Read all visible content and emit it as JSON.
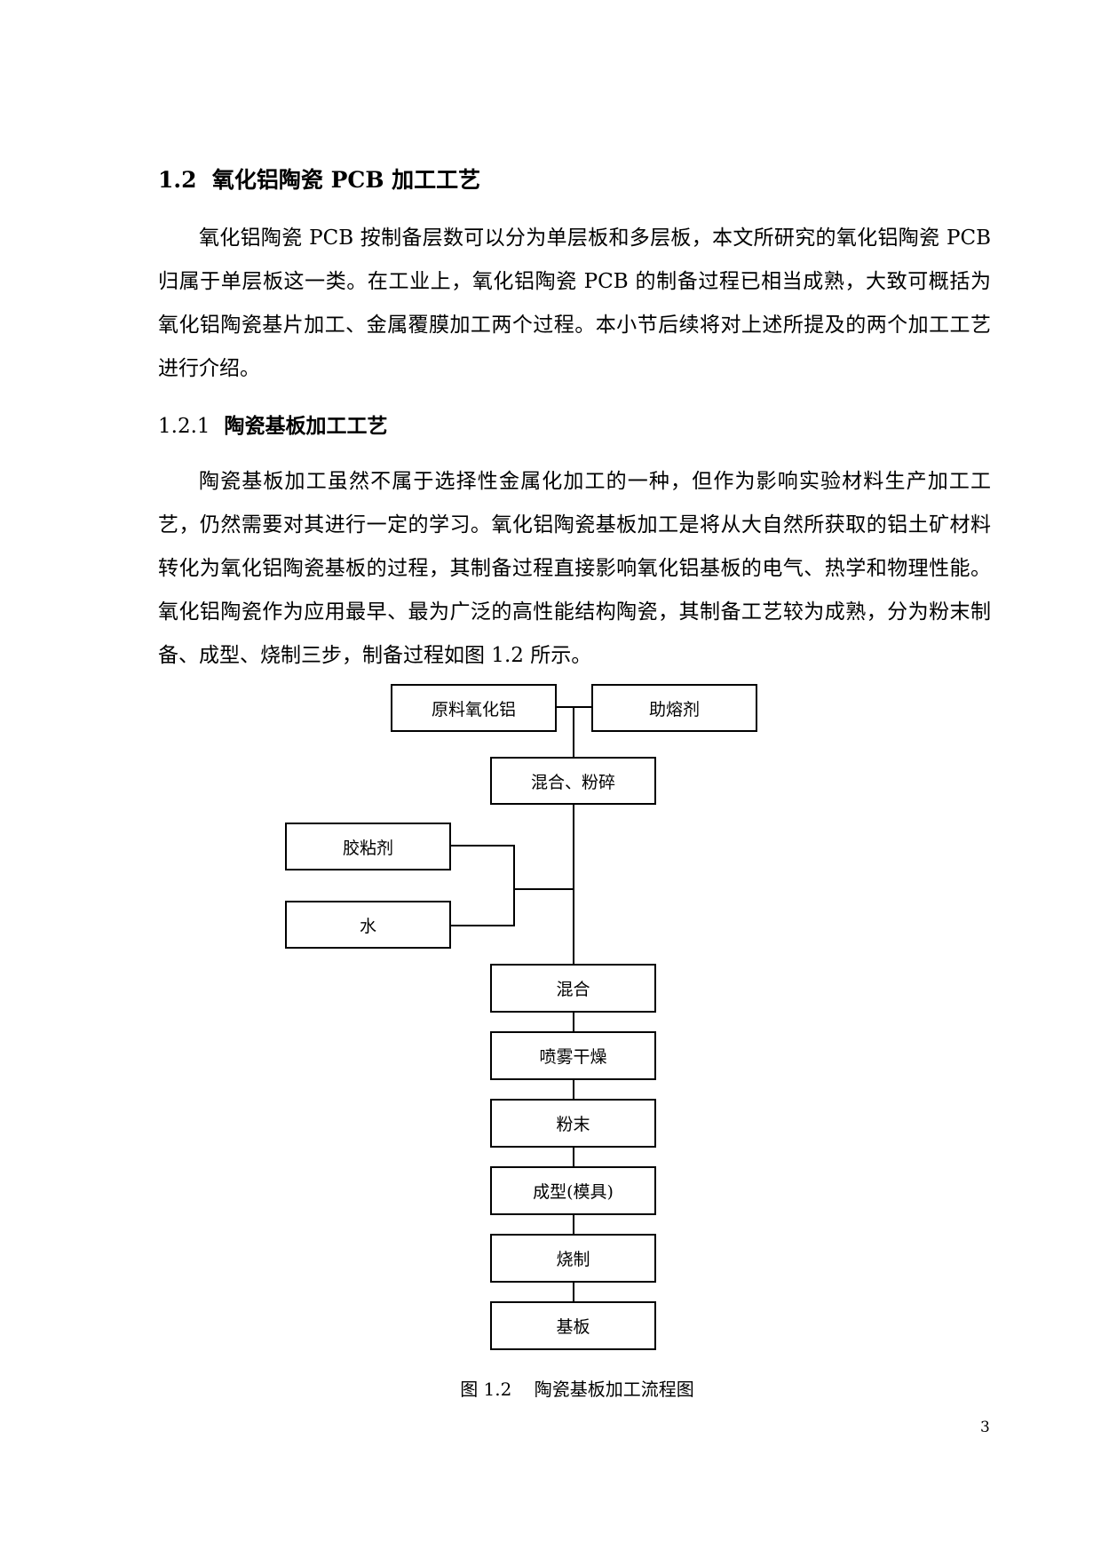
{
  "section": {
    "heading_number": "1.2",
    "heading_text": "氧化铝陶瓷 PCB 加工工艺",
    "paragraph": "氧化铝陶瓷 PCB 按制备层数可以分为单层板和多层板，本文所研究的氧化铝陶瓷 PCB 归属于单层板这一类。在工业上，氧化铝陶瓷 PCB 的制备过程已相当成熟，大致可概括为氧化铝陶瓷基片加工、金属覆膜加工两个过程。本小节后续将对上述所提及的两个加工工艺进行介绍。"
  },
  "subsection": {
    "heading_number": "1.2.1",
    "heading_text": "陶瓷基板加工工艺",
    "paragraph": "陶瓷基板加工虽然不属于选择性金属化加工的一种，但作为影响实验材料生产加工工艺，仍然需要对其进行一定的学习。氧化铝陶瓷基板加工是将从大自然所获取的铝土矿材料转化为氧化铝陶瓷基板的过程，其制备过程直接影响氧化铝基板的电气、热学和物理性能。氧化铝陶瓷作为应用最早、最为广泛的高性能结构陶瓷，其制备工艺较为成熟，分为粉末制备、成型、烧制三步，制备过程如图 1.2 所示。"
  },
  "flowchart": {
    "raw_alumina": "原料氧化铝",
    "flux": "助熔剂",
    "mix_crush": "混合、粉碎",
    "binder": "胶粘剂",
    "water": "水",
    "mix": "混合",
    "spray_dry": "喷雾干燥",
    "powder": "粉末",
    "forming": "成型(模具)",
    "firing": "烧制",
    "substrate": "基板"
  },
  "figure_caption": "图 1.2    陶瓷基板加工流程图",
  "page_number": "3"
}
